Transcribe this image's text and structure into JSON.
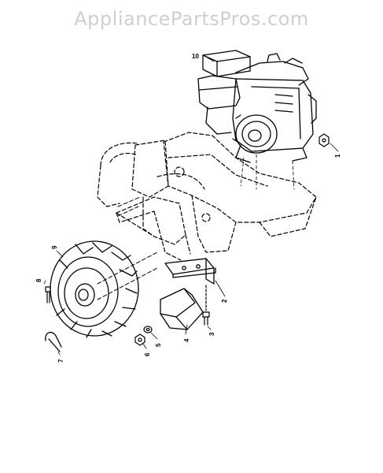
{
  "watermark": "AppliancePartsPros.com",
  "callouts": [
    {
      "id": "1",
      "label": "1"
    },
    {
      "id": "2",
      "label": "2"
    },
    {
      "id": "3",
      "label": "3"
    },
    {
      "id": "4",
      "label": "4"
    },
    {
      "id": "5",
      "label": "5"
    },
    {
      "id": "6",
      "label": "6"
    },
    {
      "id": "7",
      "label": "7"
    },
    {
      "id": "8",
      "label": "8"
    },
    {
      "id": "9",
      "label": "9"
    },
    {
      "id": "10",
      "label": "10"
    }
  ]
}
